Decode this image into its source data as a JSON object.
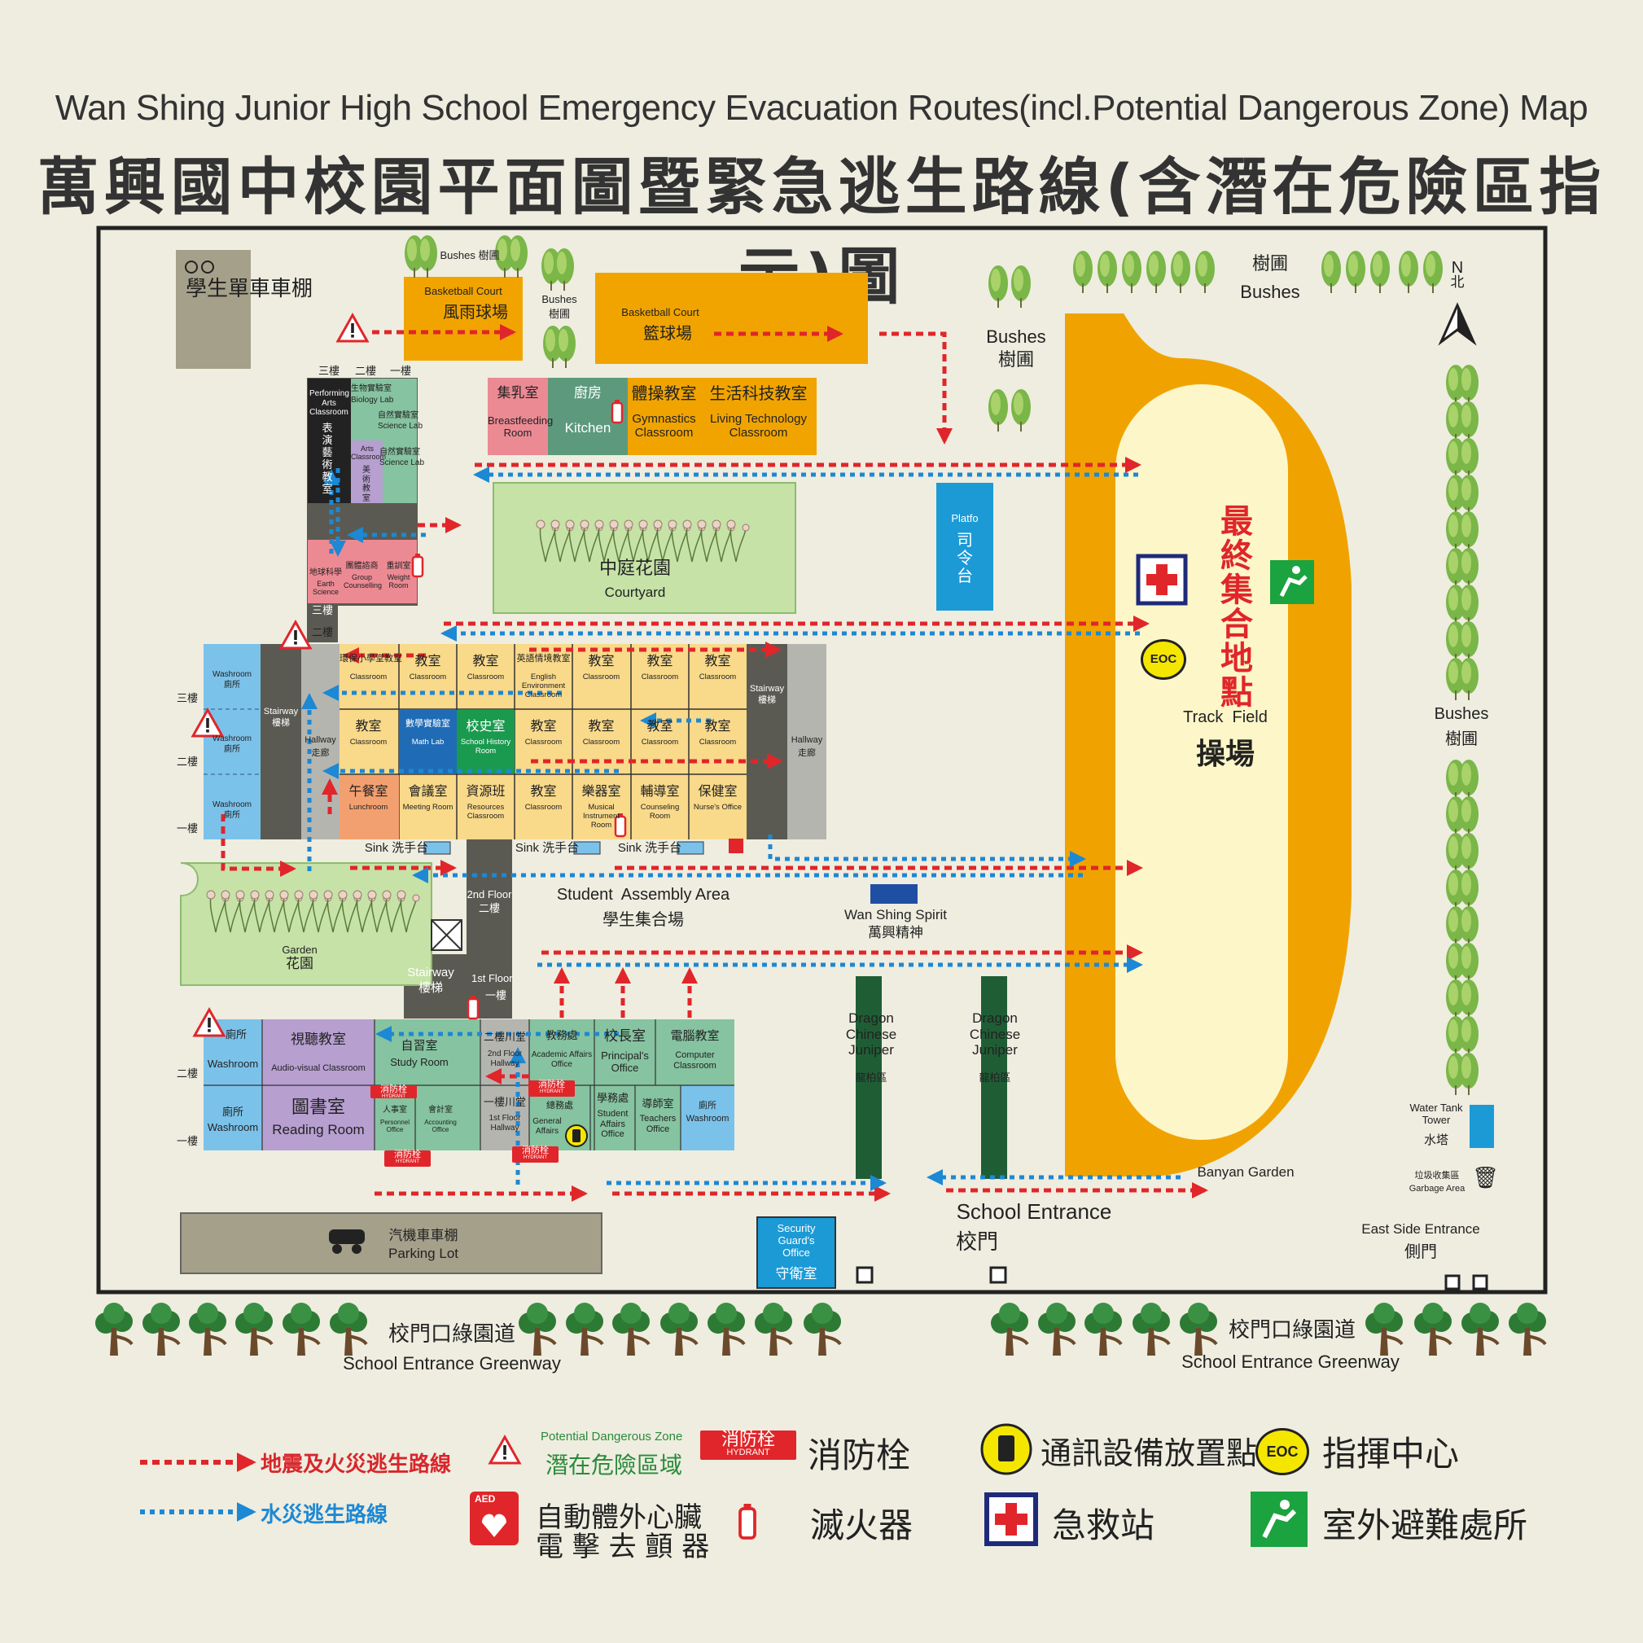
{
  "title": {
    "en": "Wan Shing Junior High School Emergency Evacuation Routes(incl.Potential Dangerous Zone) Map",
    "zh": "萬興國中校園平面圖暨緊急逃生路線(含潛在危險區指示)圖"
  },
  "north": {
    "letter": "N",
    "zh": "北"
  },
  "bike_shed": {
    "zh": "學生單車車棚"
  },
  "basketball_court_1": {
    "en": "Basketball Court",
    "zh": "風雨球場"
  },
  "basketball_court_2": {
    "en": "Basketball Court",
    "zh": "籃球場"
  },
  "bushes": {
    "en": "Bushes",
    "zh": "樹圃"
  },
  "bushes_top": "Bushes 樹圃",
  "top_rooms": [
    {
      "zh": "集乳室",
      "en": "Breastfeeding\nRoom"
    },
    {
      "zh": "廚房",
      "en": "Kitchen"
    },
    {
      "zh": "體操教室",
      "en": "Gymnastics\nClassroom"
    },
    {
      "zh": "生活科技教室",
      "en": "Living Technology\nClassroom"
    }
  ],
  "courtyard": {
    "zh": "中庭花園",
    "en": "Courtyard"
  },
  "platform": {
    "en": "Platfo",
    "zh": "司令台"
  },
  "assembly_point": {
    "zh": "最終集合地點"
  },
  "track": {
    "en": "Track  Field",
    "zh": "操場"
  },
  "eoc": "EOC",
  "west_wing": {
    "floors": [
      "三樓",
      "二樓",
      "一樓"
    ],
    "rooms": [
      {
        "zh": "表演藝術教室",
        "en": "Performing Arts Classroom"
      },
      {
        "zh": "生物實驗室",
        "en": "Biology Lab"
      },
      {
        "zh": "自然實驗室",
        "en": "Science Lab"
      },
      {
        "zh": "美術教室",
        "en": "Arts Classroom"
      },
      {
        "zh": "自然實驗室",
        "en": "Science Lab"
      },
      {
        "zh": "地球科學",
        "en": "Earth Science"
      },
      {
        "zh": "團體諮商",
        "en": "Group Counselling"
      },
      {
        "zh": "重訓室",
        "en": "Weight Room"
      }
    ],
    "stair_labels": [
      "三樓",
      "二樓"
    ]
  },
  "main_block": {
    "washroom": {
      "en": "Washroom",
      "zh": "廁所"
    },
    "stairway": {
      "en": "Stairway",
      "zh": "樓梯"
    },
    "hallway": {
      "en": "Hallway",
      "zh": "走廊"
    },
    "floor_labels": [
      "三樓",
      "二樓",
      "一樓"
    ],
    "row3": [
      {
        "zh": "環保小學堂教室",
        "en": "Classroom"
      },
      {
        "zh": "教室",
        "en": "Classroom"
      },
      {
        "zh": "教室",
        "en": "Classroom"
      },
      {
        "zh": "英語情境教室",
        "en": "English Environment Classroom"
      },
      {
        "zh": "教室",
        "en": "Classroom"
      },
      {
        "zh": "教室",
        "en": "Classroom"
      },
      {
        "zh": "教室",
        "en": "Classroom"
      }
    ],
    "row2": [
      {
        "zh": "教室",
        "en": "Classroom"
      },
      {
        "zh": "數學實驗室",
        "en": "Math Lab"
      },
      {
        "zh": "校史室",
        "en": "School History Room"
      },
      {
        "zh": "教室",
        "en": "Classroom"
      },
      {
        "zh": "教室",
        "en": "Classroom"
      },
      {
        "zh": "教室",
        "en": "Classroom"
      },
      {
        "zh": "教室",
        "en": "Classroom"
      }
    ],
    "row1": [
      {
        "zh": "午餐室",
        "en": "Lunchroom"
      },
      {
        "zh": "會議室",
        "en": "Meeting Room"
      },
      {
        "zh": "資源班",
        "en": "Resources Classroom"
      },
      {
        "zh": "教室",
        "en": "Classroom"
      },
      {
        "zh": "樂器室",
        "en": "Musical Instrument Room"
      },
      {
        "zh": "輔導室",
        "en": "Counseling Room"
      },
      {
        "zh": "保健室",
        "en": "Nurse's Office"
      }
    ],
    "sinks": [
      "Sink 洗手台",
      "Sink 洗手台",
      "Sink 洗手台"
    ]
  },
  "assembly_area": {
    "en": "Student  Assembly Area",
    "zh": "學生集合場"
  },
  "spirit": {
    "en": "Wan Shing Spirit",
    "zh": "萬興精神"
  },
  "garden": {
    "en": "Garden",
    "zh": "花園"
  },
  "hall_2f": {
    "en": "2nd Floor",
    "zh": "二樓"
  },
  "stairway_lower": {
    "en": "Stairway",
    "zh": "樓梯"
  },
  "hall_1f": {
    "en": "1st Floor",
    "zh": "一樓"
  },
  "juniper": {
    "en": "Dragon\nChinese\nJuniper",
    "zh": "龍柏區"
  },
  "south_block": {
    "floors": [
      "二樓",
      "一樓"
    ],
    "washroom": {
      "zh": "廁所",
      "en": "Washroom"
    },
    "av": {
      "zh": "視聽教室",
      "en": "Audio-visual Classroom"
    },
    "reading": {
      "zh": "圖書室",
      "en": "Reading Room"
    },
    "study": {
      "zh": "自習室",
      "en": "Study Room"
    },
    "hall2": {
      "zh": "二樓川堂",
      "en": "2nd Floor Hallway"
    },
    "hall1": {
      "zh": "一樓川堂",
      "en": "1st Floor Hallway"
    },
    "academic": {
      "zh": "教務處",
      "en": "Academic Affairs Office"
    },
    "principal": {
      "zh": "校長室",
      "en": "Principal's Office"
    },
    "computer": {
      "zh": "電腦教室",
      "en": "Computer Classroom"
    },
    "personnel": {
      "zh": "人事室",
      "en": "Personnel Office"
    },
    "accounting": {
      "zh": "會計室",
      "en": "Accounting Office"
    },
    "general": {
      "zh": "總務處",
      "en": "General Affairs"
    },
    "student": {
      "zh": "學務處",
      "en": "Student Affairs Office"
    },
    "teachers": {
      "zh": "導師室",
      "en": "Teachers Office"
    },
    "washroom2": {
      "zh": "廁所",
      "en": "Washroom"
    }
  },
  "hydrant_label": {
    "zh": "消防栓",
    "en": "HYDRANT"
  },
  "parking": {
    "zh": "汽機車車棚",
    "en": "Parking Lot"
  },
  "guard": {
    "en": "Security Guard's Office",
    "zh": "守衛室"
  },
  "entrance": {
    "en": "School Entrance",
    "zh": "校門"
  },
  "banyan": {
    "en": "Banyan Garden"
  },
  "east_entrance": {
    "en": "East Side Entrance",
    "zh": "側門"
  },
  "water_tank": {
    "en": "Water Tank\nTower",
    "zh": "水塔"
  },
  "garbage": {
    "zh": "垃圾收集區",
    "en": "Garbage Area"
  },
  "greenway": {
    "zh": "校門口綠園道",
    "en": "School Entrance Greenway"
  },
  "legend": {
    "earthquake_fire": "地震及火災逃生路線",
    "flood": "水災逃生路線",
    "danger_en": "Potential Dangerous Zone",
    "danger_zh": "潛在危險區域",
    "hydrant": "消防栓",
    "comm": "通訊設備放置點",
    "eoc": "指揮中心",
    "aed_line1": "自動體外心臟",
    "aed_line2": "電 擊 去 顫 器",
    "aed_icon": "AED",
    "extinguisher": "滅火器",
    "first_aid": "急救站",
    "shelter": "室外避難處所"
  },
  "colors": {
    "route_fire": "#e0262a",
    "route_flood": "#1d88d4",
    "track": "#f0a300",
    "field": "#fdf6c8",
    "classroom": "#f9d98a",
    "office": "#86c3a0",
    "washroom": "#7bc2ea",
    "stair": "#5b5a52",
    "court": "#f1a400"
  }
}
